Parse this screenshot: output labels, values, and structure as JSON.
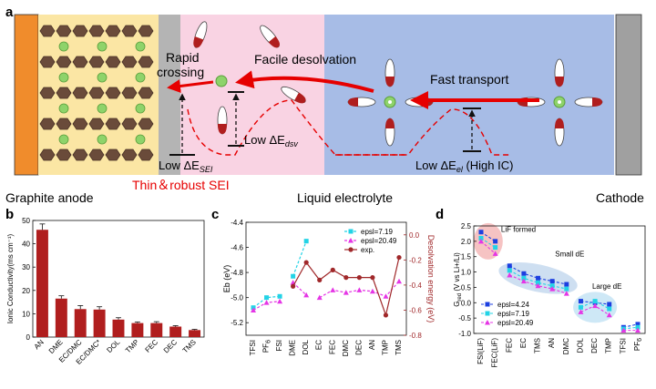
{
  "figure": {
    "panel_a": {
      "letter": "a",
      "labels": {
        "rapid_crossing_1": "Rapid",
        "rapid_crossing_2": "crossing",
        "facile_desolvation": "Facile desolvation",
        "fast_transport": "Fast transport",
        "low_de_sei": "Low ΔE",
        "low_de_sei_sub": "SEI",
        "low_de_dsv": "Low ΔE",
        "low_de_dsv_sub": "dsv",
        "low_de_el": "Low ΔE",
        "low_de_el_sub": "el",
        "low_de_el_suffix": " (High IC)",
        "thin_robust_sei": "Thin＆robust SEI",
        "graphite_anode": "Graphite anode",
        "liquid_electrolyte": "Liquid electrolyte",
        "cathode": "Cathode"
      },
      "colors": {
        "anode_bar": "#f08c2c",
        "graphite_bg": "#fbe6a4",
        "sei_band": "#b4b4b4",
        "desolv_region": "#f9d3e3",
        "electrolyte_region": "#a7bce6",
        "cathode_bar": "#a0a0a0",
        "arrow_red": "#e60000",
        "graphite_layer": "#6a4b3a",
        "li_ion": "#8ed36a"
      }
    },
    "panel_b": {
      "letter": "b",
      "chart_data": {
        "type": "bar",
        "ylabel": "Ionic Conductivity(ms cm⁻¹)",
        "categories": [
          "AN",
          "DME",
          "EC/DMC",
          "EC/DMC*",
          "DOL",
          "TMP",
          "FEC",
          "DEC",
          "TMS"
        ],
        "values": [
          46,
          16.5,
          12,
          11.8,
          7.5,
          6,
          6,
          4.5,
          3
        ],
        "errors": [
          2.5,
          1.2,
          1.5,
          1.2,
          0.8,
          0.5,
          0.6,
          0.4,
          0.3
        ],
        "ylim": [
          0,
          50
        ],
        "yticks": [
          0,
          10,
          20,
          30,
          40,
          50
        ],
        "bar_color": "#b01e1e"
      }
    },
    "panel_c": {
      "letter": "c",
      "chart_data": {
        "type": "line",
        "categories": [
          "TFSI",
          "PF6",
          "FSI",
          "DME",
          "DOL",
          "EC",
          "FEC",
          "DMC",
          "DEC",
          "AN",
          "TMP",
          "TMS"
        ],
        "category_labels": [
          {
            "base": "TFSI",
            "sub": ""
          },
          {
            "base": "PF",
            "sub": "6"
          },
          {
            "base": "FSI",
            "sub": ""
          },
          {
            "base": "DME",
            "sub": ""
          },
          {
            "base": "DOL",
            "sub": ""
          },
          {
            "base": "EC",
            "sub": ""
          },
          {
            "base": "FEC",
            "sub": ""
          },
          {
            "base": "DMC",
            "sub": ""
          },
          {
            "base": "DEC",
            "sub": ""
          },
          {
            "base": "AN",
            "sub": ""
          },
          {
            "base": "TMP",
            "sub": ""
          },
          {
            "base": "TMS",
            "sub": ""
          }
        ],
        "ylabel_left": "Eb (eV)",
        "ylabel_right": "Desolvation energy (eV)",
        "ylim_left": [
          -5.3,
          -4.4
        ],
        "yticks_left": [
          -5.2,
          -5.0,
          -4.8,
          -4.6,
          -4.4
        ],
        "ylim_right": [
          -0.8,
          0.1
        ],
        "yticks_right": [
          -0.8,
          -0.6,
          -0.4,
          -0.2,
          0.0
        ],
        "series": [
          {
            "name": "epsl=7.19",
            "axis": "left",
            "color": "#22d3e6",
            "marker": "square",
            "segments": [
              [
                0,
                1,
                2
              ],
              [
                3,
                4
              ]
            ],
            "values": [
              -5.08,
              -5.0,
              -4.99,
              -4.83,
              -4.55,
              null,
              null,
              null,
              null,
              null,
              null,
              null
            ]
          },
          {
            "name": "epsl=20.49",
            "axis": "left",
            "color": "#e535e5",
            "marker": "triangle",
            "segments": [
              [
                0,
                1,
                2
              ],
              [
                3,
                4
              ],
              [
                5,
                6,
                7,
                8,
                9,
                10,
                11
              ]
            ],
            "values": [
              -5.1,
              -5.04,
              -5.03,
              -4.88,
              -4.98,
              -5.0,
              -4.94,
              -4.96,
              -4.94,
              -4.95,
              -4.99,
              -4.87
            ]
          },
          {
            "name": "exp.",
            "axis": "right",
            "color": "#a0282a",
            "marker": "circle",
            "segments": [
              [
                3,
                4,
                5,
                6,
                7,
                8,
                9,
                10,
                11
              ]
            ],
            "values": [
              null,
              null,
              null,
              -0.41,
              -0.22,
              -0.36,
              -0.28,
              -0.34,
              -0.34,
              -0.34,
              -0.64,
              -0.18
            ]
          }
        ]
      }
    },
    "panel_d": {
      "letter": "d",
      "chart_data": {
        "type": "line",
        "ylabel": "G",
        "ylabel_sub": "red",
        "ylabel_tail": " (V vs Li+/Li)",
        "categories": [
          "FSI(LiF)",
          "FEC(LiF)",
          "FEC",
          "EC",
          "TMS",
          "AN",
          "DMC",
          "DOL",
          "DEC",
          "TMP",
          "TFSI",
          "PF6"
        ],
        "category_labels": [
          {
            "base": "FSI(LiF)",
            "sub": ""
          },
          {
            "base": "FEC(LiF)",
            "sub": ""
          },
          {
            "base": "FEC",
            "sub": ""
          },
          {
            "base": "EC",
            "sub": ""
          },
          {
            "base": "TMS",
            "sub": ""
          },
          {
            "base": "AN",
            "sub": ""
          },
          {
            "base": "DMC",
            "sub": ""
          },
          {
            "base": "DOL",
            "sub": ""
          },
          {
            "base": "DEC",
            "sub": ""
          },
          {
            "base": "TMP",
            "sub": ""
          },
          {
            "base": "TFSI",
            "sub": ""
          },
          {
            "base": "PF",
            "sub": "6"
          }
        ],
        "ylim": [
          -1.0,
          2.5
        ],
        "yticks": [
          -1.0,
          -0.5,
          0.0,
          0.5,
          1.0,
          1.5,
          2.0,
          2.5
        ],
        "annotations": [
          "LiF formed",
          "Small dE",
          "Large dE"
        ],
        "series": [
          {
            "name": "epsl=4.24",
            "color": "#1c3fe0",
            "marker": "square",
            "segments": [
              [
                0,
                1
              ],
              [
                2,
                3,
                4,
                5,
                6
              ],
              [
                7,
                8,
                9
              ],
              [
                10,
                11
              ]
            ],
            "values": [
              2.3,
              2.0,
              1.2,
              0.95,
              0.8,
              0.7,
              0.6,
              0.05,
              0.0,
              -0.05,
              -0.8,
              -0.7
            ]
          },
          {
            "name": "epsl=7.19",
            "color": "#22d3e6",
            "marker": "square",
            "segments": [
              [
                0,
                1
              ],
              [
                2,
                3,
                4,
                5,
                6
              ],
              [
                7,
                8,
                9
              ],
              [
                10,
                11
              ]
            ],
            "values": [
              2.1,
              1.8,
              1.05,
              0.8,
              0.65,
              0.55,
              0.45,
              -0.15,
              0.05,
              -0.2,
              -0.85,
              -0.8
            ]
          },
          {
            "name": "epsl=20.49",
            "color": "#e535e5",
            "marker": "triangle",
            "segments": [
              [
                0,
                1
              ],
              [
                2,
                3,
                4,
                5,
                6
              ],
              [
                7,
                8,
                9
              ],
              [
                10,
                11
              ]
            ],
            "values": [
              2.0,
              1.6,
              0.9,
              0.7,
              0.55,
              0.45,
              0.3,
              -0.3,
              -0.1,
              -0.4,
              -0.9,
              -0.9
            ]
          }
        ]
      }
    }
  }
}
